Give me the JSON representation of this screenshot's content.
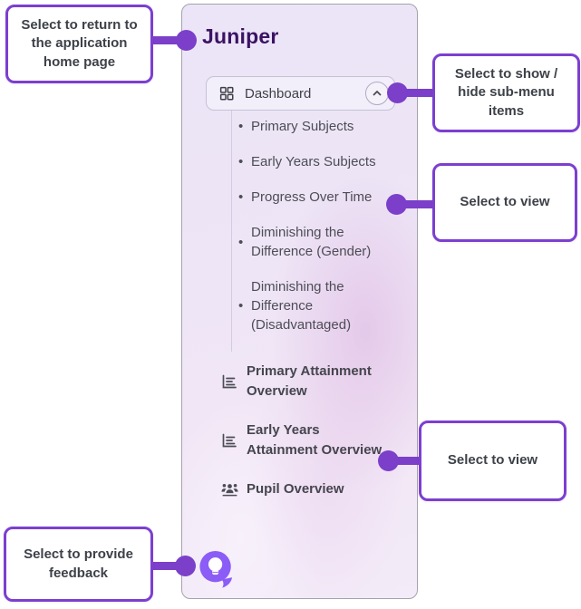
{
  "colors": {
    "accent_purple": "#7b3fc9",
    "callout_border": "#7c3fd0",
    "brand_purple": "#3b1363",
    "bubble_purple": "#8b5cf6",
    "menu_text_gray": "#4d4d56"
  },
  "sidebar": {
    "brand": "Juniper",
    "dashboard": {
      "label": "Dashboard",
      "icon": "dashboard-grid-icon",
      "toggle_icon": "chevron-up-icon",
      "expanded": true
    },
    "submenu": [
      "Primary Subjects",
      "Early Years Subjects",
      "Progress Over Time",
      "Diminishing the Difference (Gender)",
      "Diminishing the Difference (Disadvantaged)"
    ],
    "items": [
      {
        "label": "Primary Attainment Overview",
        "icon": "bar-chart-icon"
      },
      {
        "label": "Early Years Attainment Overview",
        "icon": "bar-chart-icon"
      },
      {
        "label": "Pupil Overview",
        "icon": "pupils-group-icon"
      }
    ],
    "feedback_icon": "feedback-lightbulb-bubble-icon"
  },
  "callouts": {
    "home": "Select to return to the application home page",
    "toggle_submenu": "Select to show / hide sub-menu items",
    "view_progress": "Select to view",
    "view_early_years": "Select to view",
    "feedback": "Select to provide feedback"
  }
}
